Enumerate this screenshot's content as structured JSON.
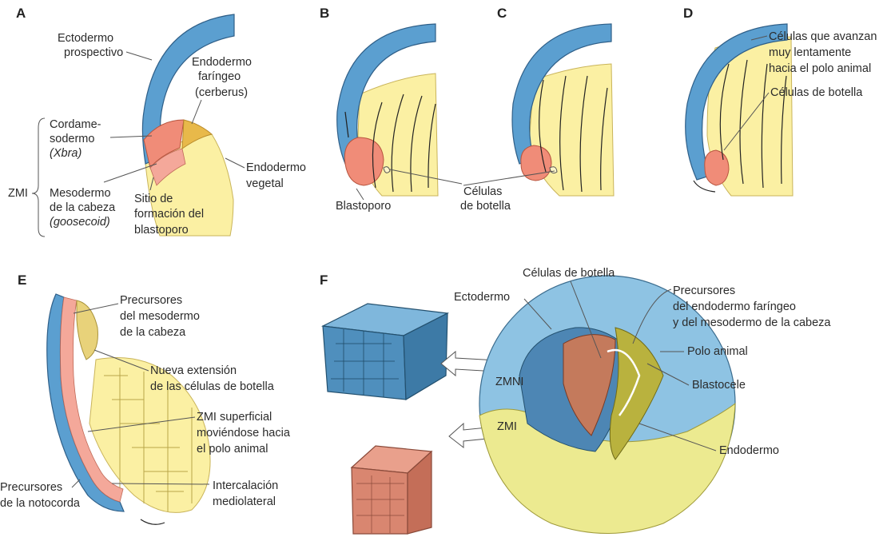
{
  "panels": {
    "A": {
      "letter": "A",
      "ectoderm": [
        "Ectodermo",
        "prospectivo"
      ],
      "pharyngeal": [
        "Endodermo",
        "faríngeo",
        "(cerberus)"
      ],
      "chordameso": [
        "Cordame-",
        "sodermo",
        "(Xbra)"
      ],
      "zmi": "ZMI",
      "headmeso": [
        "Mesodermo",
        "de la cabeza",
        "(goosecoid)"
      ],
      "blastopore_site": [
        "Sitio de",
        "formación del",
        "blastoporo"
      ],
      "vegetal": [
        "Endodermo",
        "vegetal"
      ]
    },
    "B": {
      "letter": "B",
      "blastopore": "Blastoporo",
      "bottle": [
        "Células",
        "de botella"
      ]
    },
    "C": {
      "letter": "C"
    },
    "D": {
      "letter": "D",
      "slow": [
        "Células que avanzan",
        "muy lentamente",
        "hacia el polo animal"
      ],
      "bottle": "Células de botella"
    },
    "E": {
      "letter": "E",
      "head_precursors": [
        "Precursores",
        "del mesodermo",
        "de la cabeza"
      ],
      "new_extension": [
        "Nueva extensión",
        "de las células de botella"
      ],
      "superficial": [
        "ZMI superficial",
        "moviéndose hacia",
        "el polo animal"
      ],
      "notochord": [
        "Precursores",
        "de la notocorda"
      ],
      "intercalation": [
        "Intercalación",
        "mediolateral"
      ]
    },
    "F": {
      "letter": "F",
      "bottle": "Células de botella",
      "ectoderm": "Ectodermo",
      "precursors": [
        "Precursores",
        "del endodermo faríngeo",
        "y del mesodermo de la cabeza"
      ],
      "animal_pole": "Polo animal",
      "blastocoel": "Blastocele",
      "zmni": "ZMNI",
      "zmi": "ZMI",
      "endoderm": "Endodermo"
    }
  },
  "colors": {
    "ectoderm": "#5b9fd0",
    "endoderm": "#fbf0a3",
    "mesoderm": "#f08c78",
    "deep_endoderm": "#d6c44a"
  }
}
